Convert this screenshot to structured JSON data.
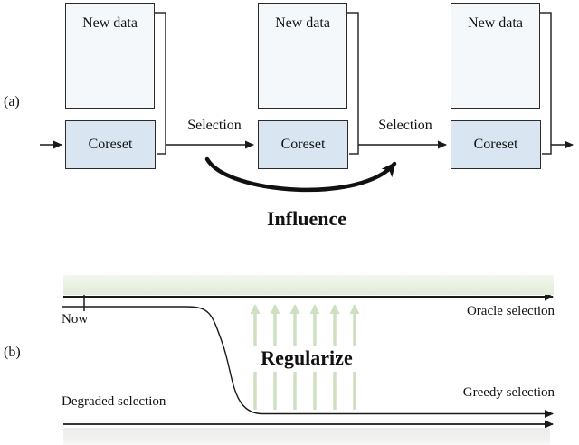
{
  "figure": {
    "panel_a": {
      "tag": "(a)",
      "blocks": [
        {
          "new_data_label": "New data",
          "coreset_label": "Coreset"
        },
        {
          "new_data_label": "New data",
          "coreset_label": "Coreset"
        },
        {
          "new_data_label": "New data",
          "coreset_label": "Coreset"
        }
      ],
      "selection_label_1": "Selection",
      "selection_label_2": "Selection",
      "influence_label": "Influence"
    },
    "panel_b": {
      "tag": "(b)",
      "now_label": "Now",
      "oracle_selection_label": "Oracle selection",
      "greedy_selection_label": "Greedy selection",
      "degraded_selection_label": "Degraded selection",
      "regularize_label": "Regularize"
    },
    "colors": {
      "new_data_box_fill": "#f4f8fb",
      "coreset_box_fill": "#d9e6f2",
      "box_border": "#2b2b2b",
      "line_color": "#1a1a1a",
      "green_band_top": "#f3f7ef",
      "green_band_bottom": "#e2ecd8",
      "gray_band": "#ececeb",
      "green_arrow": "#cfe0c2"
    }
  }
}
